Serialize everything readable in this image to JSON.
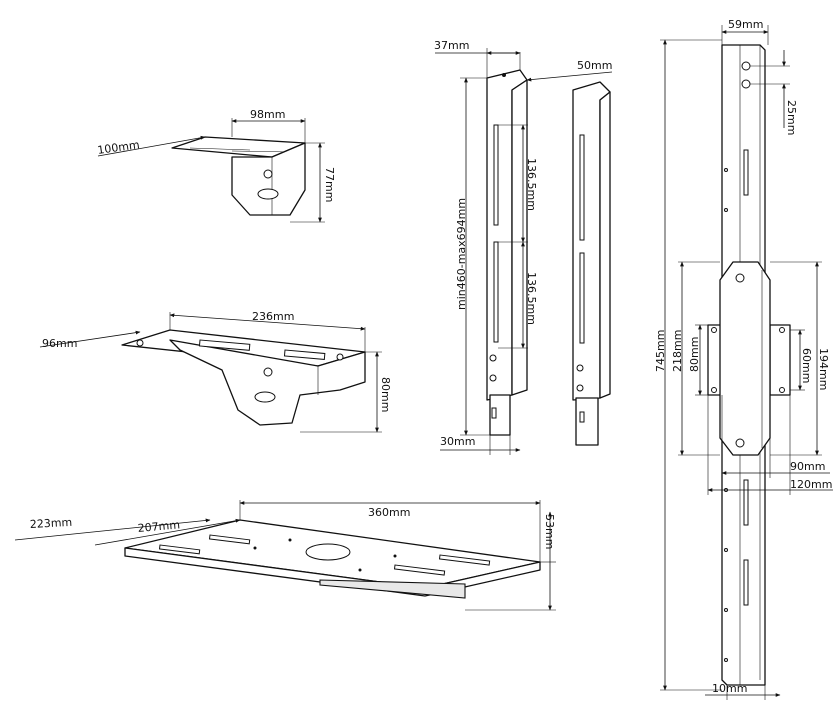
{
  "labels": {
    "d_37mm": "37mm",
    "d_50mm": "50mm",
    "d_59mm": "59mm",
    "d_98mm": "98mm",
    "d_100mm": "100mm",
    "d_77mm": "77mm",
    "d_136a": "136.5mm",
    "d_136b": "136.5mm",
    "d_range": "min460-max694mm",
    "d_25mm": "25mm",
    "d_236mm": "236mm",
    "d_96mm": "96mm",
    "d_80mm_bracket": "80mm",
    "d_30mm": "30mm",
    "d_745mm": "745mm",
    "d_218mm": "218mm",
    "d_80mm_plate": "80mm",
    "d_60mm": "60mm",
    "d_194mm": "194mm",
    "d_90mm": "90mm",
    "d_120mm": "120mm",
    "d_360mm": "360mm",
    "d_223mm": "223mm",
    "d_207mm": "207mm",
    "d_53mm": "53mm",
    "d_10mm": "10mm"
  }
}
